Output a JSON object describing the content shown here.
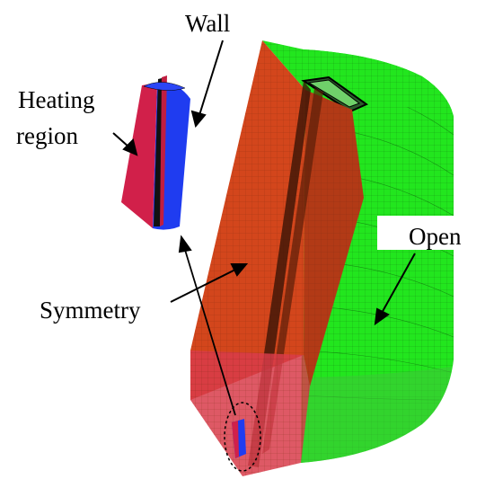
{
  "labels": {
    "wall": "Wall",
    "heating_line1": "Heating",
    "heating_line2": "region",
    "open": "Open",
    "symmetry": "Symmetry"
  },
  "colors": {
    "symmetry_face": "#d3461c",
    "symmetry_face_dark": "#b23a16",
    "open_face": "#22e61e",
    "heating_region": "#d1204a",
    "wall_region": "#1f3cf0",
    "lower_band": "#d83c4a",
    "lower_band_green": "#3fc43a",
    "mesh_line": "#000000"
  }
}
